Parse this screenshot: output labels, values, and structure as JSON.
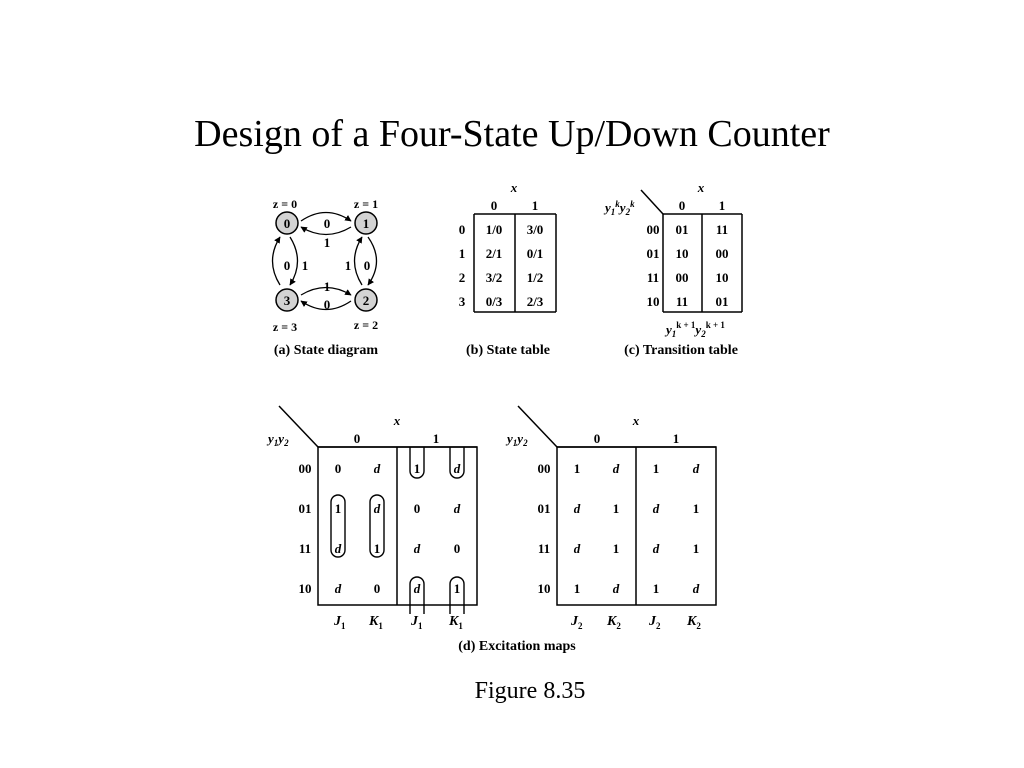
{
  "slide": {
    "title": "Design of a Four-State Up/Down Counter",
    "figure_caption": "Figure 8.35"
  },
  "state_diagram": {
    "caption": "(a) State diagram",
    "states": [
      {
        "label": "0",
        "output": "z = 0"
      },
      {
        "label": "1",
        "output": "z = 1"
      },
      {
        "label": "2",
        "output": "z = 2"
      },
      {
        "label": "3",
        "output": "z = 3"
      }
    ],
    "transitions": [
      {
        "from": "0",
        "to": "1",
        "input": "0"
      },
      {
        "from": "1",
        "to": "0",
        "input": "1"
      },
      {
        "from": "1",
        "to": "2",
        "input": "0"
      },
      {
        "from": "2",
        "to": "1",
        "input": "1"
      },
      {
        "from": "2",
        "to": "3",
        "input": "0"
      },
      {
        "from": "3",
        "to": "2",
        "input": "1"
      },
      {
        "from": "3",
        "to": "0",
        "input": "0"
      },
      {
        "from": "0",
        "to": "3",
        "input": "1"
      }
    ]
  },
  "state_table": {
    "caption": "(b) State table",
    "input_var": "x",
    "cols": [
      "0",
      "1"
    ],
    "rows": [
      {
        "state": "0",
        "cells": [
          "1/0",
          "3/0"
        ]
      },
      {
        "state": "1",
        "cells": [
          "2/1",
          "0/1"
        ]
      },
      {
        "state": "2",
        "cells": [
          "3/2",
          "1/2"
        ]
      },
      {
        "state": "3",
        "cells": [
          "0/3",
          "2/3"
        ]
      }
    ]
  },
  "transition_table": {
    "caption": "(c) Transition table",
    "input_var": "x",
    "cols": [
      "0",
      "1"
    ],
    "rows": [
      {
        "code": "00",
        "cells": [
          "01",
          "11"
        ]
      },
      {
        "code": "01",
        "cells": [
          "10",
          "00"
        ]
      },
      {
        "code": "11",
        "cells": [
          "00",
          "10"
        ]
      },
      {
        "code": "10",
        "cells": [
          "11",
          "01"
        ]
      }
    ]
  },
  "excitation_maps": {
    "caption": "(d) Excitation maps",
    "input_var": "x",
    "row_codes": [
      "00",
      "01",
      "11",
      "10"
    ],
    "col_headers": [
      "0",
      "1"
    ],
    "map1": {
      "cells": [
        [
          "0",
          "d",
          "1",
          "d"
        ],
        [
          "1",
          "d",
          "0",
          "d"
        ],
        [
          "d",
          "1",
          "d",
          "0"
        ],
        [
          "d",
          "0",
          "d",
          "1"
        ]
      ]
    },
    "map2": {
      "cells": [
        [
          "1",
          "d",
          "1",
          "d"
        ],
        [
          "d",
          "1",
          "d",
          "1"
        ],
        [
          "d",
          "1",
          "d",
          "1"
        ],
        [
          "1",
          "d",
          "1",
          "d"
        ]
      ]
    }
  }
}
